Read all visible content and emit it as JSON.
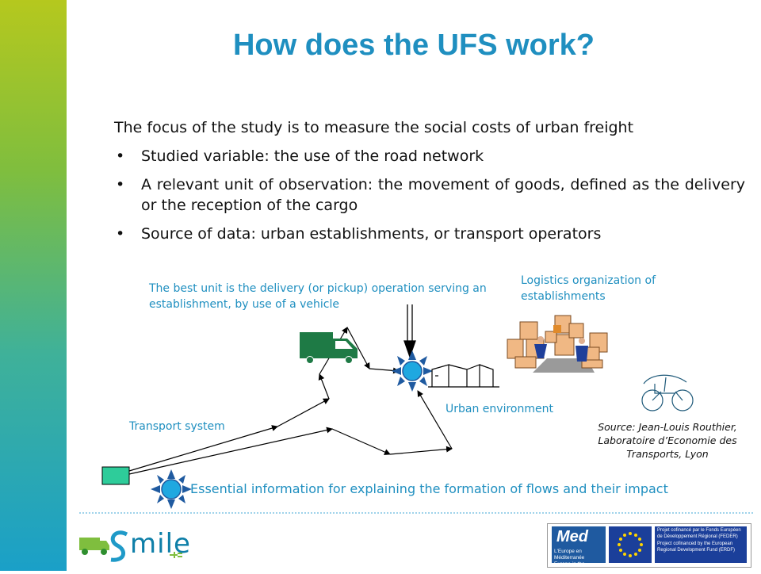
{
  "slide": {
    "title": "How does the UFS work?",
    "intro": "The focus of the study is to measure the social costs of urban freight",
    "bullets": [
      "Studied variable: the use of the road network",
      "A relevant unit of observation: the movement of goods, defined as the delivery or the reception of the cargo",
      "Source of data: urban establishments, or transport operators"
    ]
  },
  "diagram": {
    "best_unit_label": "The best unit is the delivery (or pickup) operation serving an establishment, by use of a vehicle",
    "logistics_label": "Logistics organization of establishments",
    "urban_label": "Urban environment",
    "transport_label": "Transport system",
    "essential_label": "Essential information for explaining the formation of flows and their impact"
  },
  "source": {
    "line1": "Source: Jean-Louis Routhier,",
    "line2": "Laboratoire d’Economie des",
    "line3": "Transports, Lyon"
  },
  "footer": {
    "logo_text": "mile",
    "med_title": "Med",
    "med_line1": "L'Europe en Méditerranée",
    "med_line2": "Europe in the Mediterranean",
    "fund_fr": "Projet cofinancé par le Fonds Européen de Développement Régional (FEDER)",
    "fund_en": "Project cofinanced by the European Regional Development Fund (ERDF)"
  },
  "colors": {
    "accent": "#1f8fc0",
    "van": "#1e7a45",
    "node": "#1fa8e0",
    "origin": "#2ecc9a"
  }
}
